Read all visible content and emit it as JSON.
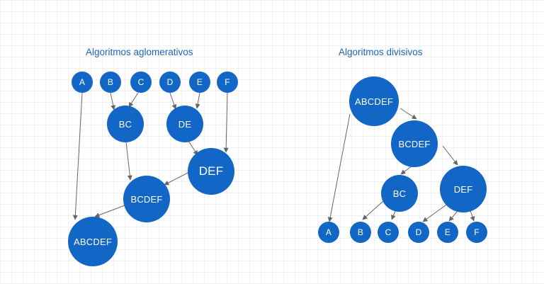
{
  "titles": {
    "agglomerative": "Algoritmos aglomerativos",
    "divisive": "Algoritmos divisivos"
  },
  "agglomerative": {
    "A": "A",
    "B": "B",
    "C": "C",
    "D": "D",
    "E": "E",
    "F": "F",
    "BC": "BC",
    "DE": "DE",
    "DEF": "DEF",
    "BCDEF": "BCDEF",
    "ABCDEF": "ABCDEF"
  },
  "divisive": {
    "ABCDEF": "ABCDEF",
    "BCDEF": "BCDEF",
    "BC": "BC",
    "DEF": "DEF",
    "A": "A",
    "B": "B",
    "C": "C",
    "D": "D",
    "E": "E",
    "F": "F"
  },
  "colors": {
    "node": "#1266c6",
    "title": "#1766c2",
    "arrow": "#666666"
  }
}
